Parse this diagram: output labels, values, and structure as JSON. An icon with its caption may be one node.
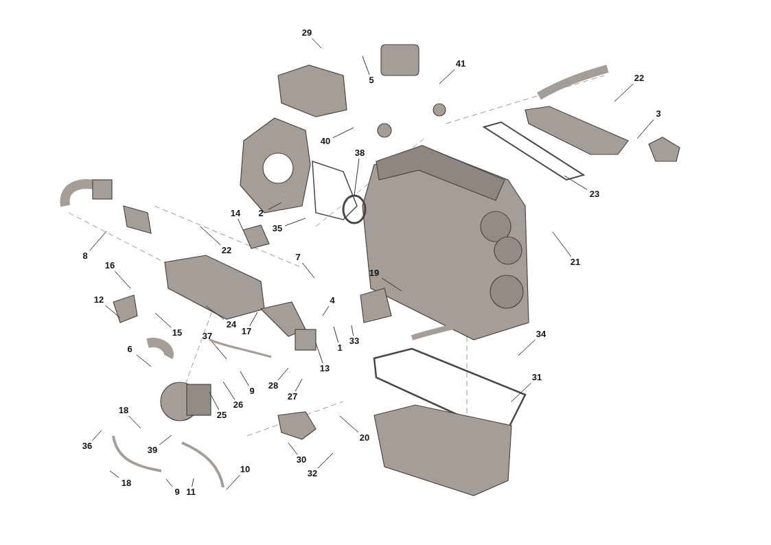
{
  "diagram": {
    "nodes": [
      {
        "text": [
          "29"
        ]
      },
      {
        "text": [
          "41"
        ]
      },
      {
        "text": [
          "22"
        ]
      },
      {
        "text": [
          "5"
        ]
      },
      {
        "text": [
          "3"
        ]
      },
      {
        "text": [
          "40"
        ]
      },
      {
        "text": [
          "38"
        ]
      },
      {
        "text": [
          "23"
        ]
      },
      {
        "text": [
          "2"
        ]
      },
      {
        "text": [
          "14"
        ]
      },
      {
        "text": [
          "35"
        ]
      },
      {
        "text": [
          "8"
        ]
      },
      {
        "text": [
          "22"
        ]
      },
      {
        "text": [
          "7"
        ]
      },
      {
        "text": [
          "21"
        ]
      },
      {
        "text": [
          "16"
        ]
      },
      {
        "text": [
          "19"
        ]
      },
      {
        "text": [
          "12"
        ]
      },
      {
        "text": [
          "4"
        ]
      },
      {
        "text": [
          "24"
        ]
      },
      {
        "text": [
          "17"
        ]
      },
      {
        "text": [
          "15"
        ]
      },
      {
        "text": [
          "34"
        ]
      },
      {
        "text": [
          "37"
        ]
      },
      {
        "text": [
          "33"
        ]
      },
      {
        "text": [
          "1"
        ]
      },
      {
        "text": [
          "6"
        ]
      },
      {
        "text": [
          "13"
        ]
      },
      {
        "text": [
          "31"
        ]
      },
      {
        "text": [
          "28"
        ]
      },
      {
        "text": [
          "9"
        ]
      },
      {
        "text": [
          "27"
        ]
      },
      {
        "text": [
          "26"
        ]
      },
      {
        "text": [
          "18"
        ]
      },
      {
        "text": [
          "25"
        ]
      },
      {
        "text": [
          "20"
        ]
      },
      {
        "text": [
          "36"
        ]
      },
      {
        "text": [
          "39"
        ]
      },
      {
        "text": [
          "30"
        ]
      },
      {
        "text": [
          "10"
        ]
      },
      {
        "text": [
          "32"
        ]
      },
      {
        "text": [
          "18"
        ]
      },
      {
        "text": [
          "9"
        ]
      },
      {
        "text": [
          "11"
        ]
      }
    ],
    "edges": [
      {
        "from": 0,
        "to": null,
        "arrow": "none"
      },
      {
        "from": 1,
        "to": null,
        "arrow": "none"
      },
      {
        "from": 2,
        "to": null,
        "arrow": "none"
      },
      {
        "from": 3,
        "to": null,
        "arrow": "none"
      },
      {
        "from": 4,
        "to": null,
        "arrow": "none"
      },
      {
        "from": 5,
        "to": null,
        "arrow": "none"
      },
      {
        "from": 6,
        "to": null,
        "arrow": "none"
      },
      {
        "from": 7,
        "to": null,
        "arrow": "none"
      },
      {
        "from": 8,
        "to": null,
        "arrow": "none"
      },
      {
        "from": 9,
        "to": null,
        "arrow": "none"
      },
      {
        "from": 10,
        "to": null,
        "arrow": "none"
      },
      {
        "from": 11,
        "to": null,
        "arrow": "none"
      },
      {
        "from": 12,
        "to": null,
        "arrow": "none"
      },
      {
        "from": 13,
        "to": null,
        "arrow": "none"
      },
      {
        "from": 14,
        "to": null,
        "arrow": "none"
      },
      {
        "from": 15,
        "to": null,
        "arrow": "none"
      },
      {
        "from": 16,
        "to": null,
        "arrow": "none"
      },
      {
        "from": 17,
        "to": null,
        "arrow": "none"
      },
      {
        "from": 18,
        "to": null,
        "arrow": "none"
      },
      {
        "from": 19,
        "to": null,
        "arrow": "none"
      },
      {
        "from": 20,
        "to": null,
        "arrow": "none"
      },
      {
        "from": 21,
        "to": null,
        "arrow": "none"
      },
      {
        "from": 22,
        "to": null,
        "arrow": "none"
      },
      {
        "from": 23,
        "to": null,
        "arrow": "none"
      },
      {
        "from": 24,
        "to": null,
        "arrow": "none"
      },
      {
        "from": 25,
        "to": null,
        "arrow": "none"
      },
      {
        "from": 26,
        "to": null,
        "arrow": "none"
      },
      {
        "from": 27,
        "to": null,
        "arrow": "none"
      },
      {
        "from": 28,
        "to": null,
        "arrow": "none"
      },
      {
        "from": 29,
        "to": null,
        "arrow": "none"
      },
      {
        "from": 30,
        "to": null,
        "arrow": "none"
      },
      {
        "from": 31,
        "to": null,
        "arrow": "none"
      },
      {
        "from": 32,
        "to": null,
        "arrow": "none"
      },
      {
        "from": 33,
        "to": null,
        "arrow": "none"
      },
      {
        "from": 34,
        "to": null,
        "arrow": "none"
      },
      {
        "from": 35,
        "to": null,
        "arrow": "none"
      },
      {
        "from": 36,
        "to": null,
        "arrow": "none"
      },
      {
        "from": 37,
        "to": null,
        "arrow": "none"
      },
      {
        "from": 38,
        "to": null,
        "arrow": "none"
      },
      {
        "from": 39,
        "to": null,
        "arrow": "none"
      },
      {
        "from": 40,
        "to": null,
        "arrow": "none"
      },
      {
        "from": 41,
        "to": null,
        "arrow": "none"
      },
      {
        "from": 42,
        "to": null,
        "arrow": "none"
      },
      {
        "from": 43,
        "to": null,
        "arrow": "none"
      }
    ]
  }
}
